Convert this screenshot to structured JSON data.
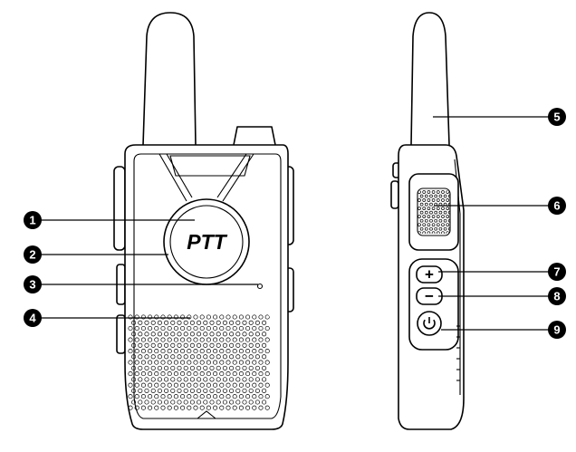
{
  "front": {
    "ptt_label": "PTT"
  },
  "side": {
    "volume_up_symbol": "+",
    "volume_down_symbol": "−",
    "power_symbol": "power-icon"
  },
  "callouts": [
    {
      "number": "1"
    },
    {
      "number": "2"
    },
    {
      "number": "3"
    },
    {
      "number": "4"
    },
    {
      "number": "5"
    },
    {
      "number": "6"
    },
    {
      "number": "7"
    },
    {
      "number": "8"
    },
    {
      "number": "9"
    }
  ],
  "colors": {
    "line": "#000000",
    "background": "#ffffff",
    "callout_fill": "#000000",
    "callout_text": "#ffffff"
  }
}
